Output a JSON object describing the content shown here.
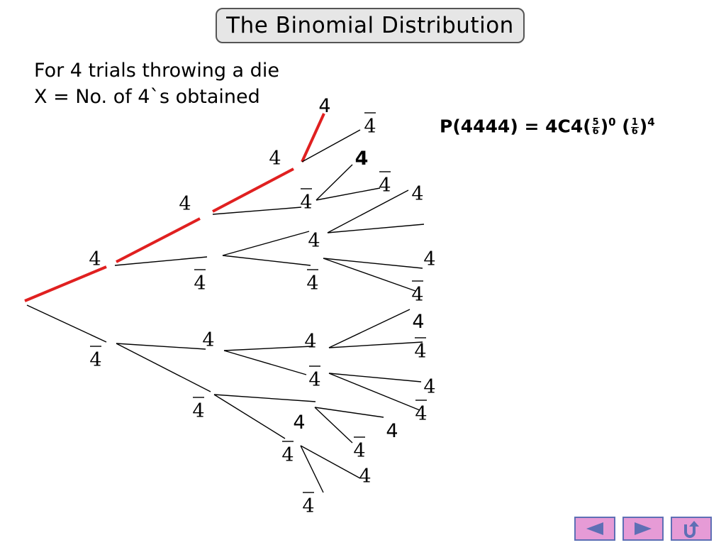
{
  "title": "The Binomial Distribution",
  "intro": {
    "line1": "For 4 trials throwing a die",
    "line2": "X = No. of 4`s obtained"
  },
  "formula": {
    "lhs": "P(4444) = 4C4(",
    "frac1_num": "5",
    "frac1_den": "6",
    "exp1": "0",
    "frac2_num": "1",
    "frac2_den": "6",
    "exp2": "4"
  },
  "node_symbol": "4",
  "colors": {
    "highlight": "#e02020",
    "branch": "#000000",
    "nav_fill": "#e69bd6",
    "nav_border": "#5e6fb5"
  },
  "nav": {
    "prev_icon": "triangle-left-icon",
    "next_icon": "triangle-right-icon",
    "return_icon": "return-arrow-icon"
  }
}
